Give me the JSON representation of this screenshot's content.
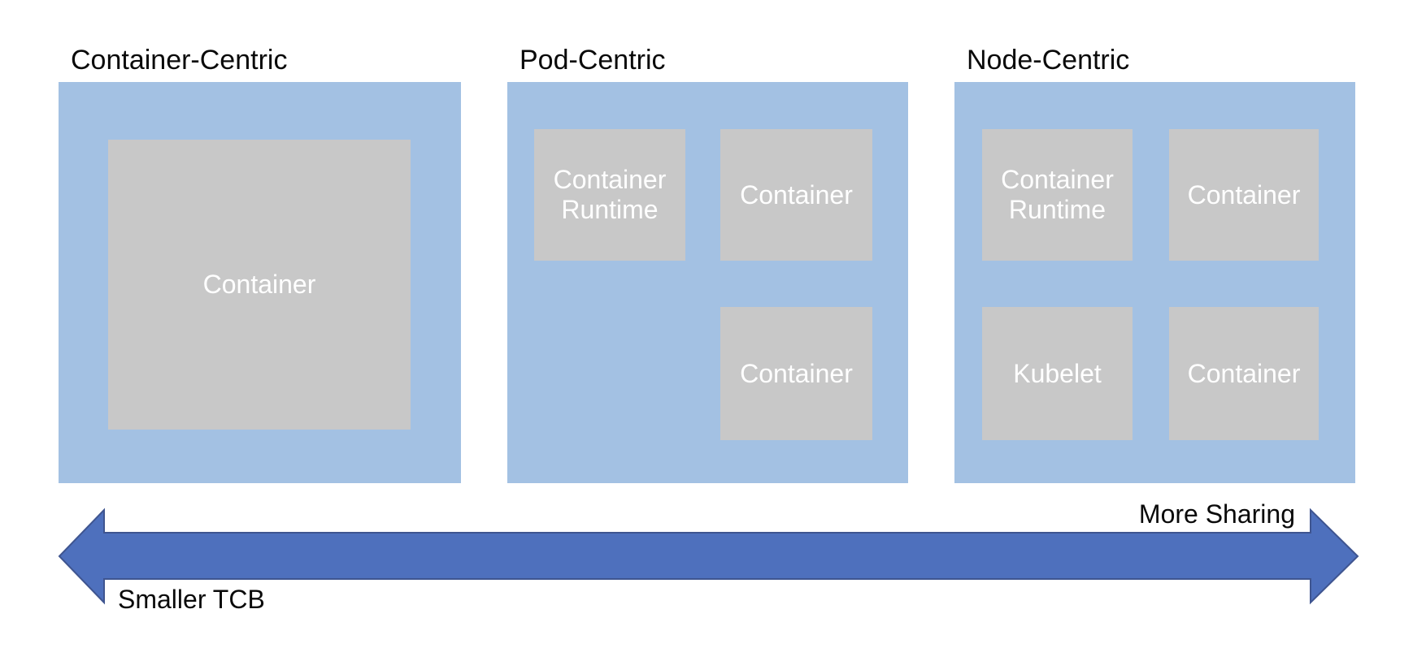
{
  "panels": [
    {
      "title": "Container-Centric",
      "boxes": [
        {
          "label": "Container"
        }
      ]
    },
    {
      "title": "Pod-Centric",
      "boxes": [
        {
          "label": "Container Runtime"
        },
        {
          "label": "Container"
        },
        {
          "label": "Container"
        }
      ]
    },
    {
      "title": "Node-Centric",
      "boxes": [
        {
          "label": "Container Runtime"
        },
        {
          "label": "Container"
        },
        {
          "label": "Kubelet"
        },
        {
          "label": "Container"
        }
      ]
    }
  ],
  "axis": {
    "right_label": "More Sharing",
    "left_label": "Smaller TCB"
  },
  "colors": {
    "panel_fill": "#A3C1E3",
    "box_fill": "#C8C8C8",
    "box_text": "#FFFFFF",
    "title_text": "#0A0A0A",
    "arrow_fill": "#4E70BD",
    "arrow_outline": "#3F5590"
  }
}
